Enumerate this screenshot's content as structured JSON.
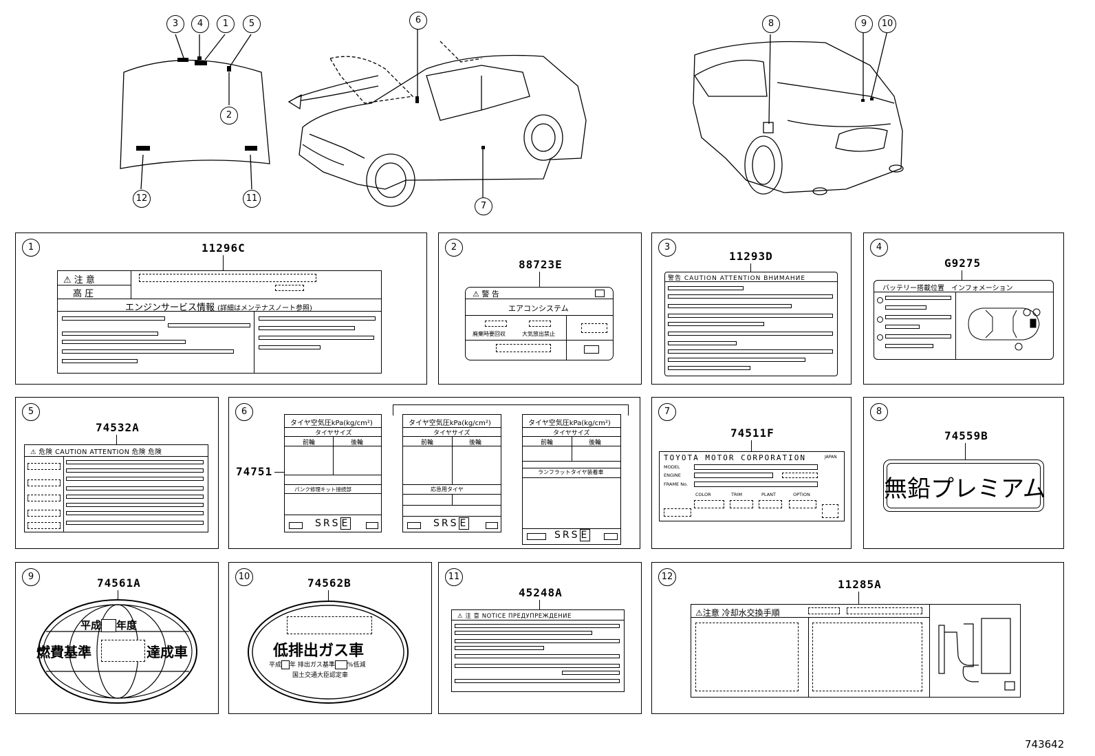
{
  "diagram": {
    "figure_id": "743642",
    "callouts": [
      "1",
      "2",
      "3",
      "4",
      "5",
      "6",
      "7",
      "8",
      "9",
      "10",
      "11",
      "12"
    ],
    "panels": [
      {
        "no": "1",
        "part": "11296C",
        "caution_mark": "注 意",
        "high_pressure": "高 圧",
        "service_header": "エンジンサービス情報",
        "service_note": "(詳細はメンテナスノート参照)"
      },
      {
        "no": "2",
        "part": "88723E",
        "warning": "警 告",
        "system": "エアコンシステム",
        "recover": "廃棄時要回収",
        "no_release": "大気放出禁止"
      },
      {
        "no": "3",
        "part": "11293D",
        "header": "警告 CAUTION ATTENTION ВНИМАНИЕ"
      },
      {
        "no": "4",
        "part": "G9275",
        "header": "バッテリー搭載位置　インフォメーション"
      },
      {
        "no": "5",
        "part": "74532A",
        "header": "危険 CAUTION ATTENTION 危険 危険"
      },
      {
        "no": "6",
        "part": "74751",
        "tire_labels": [
          {
            "title": "タイヤ空気圧kPa(kg/cm²)",
            "size": "タイヤサイズ",
            "front": "前輪",
            "rear": "後輪",
            "note": "パンク修理キット接続部",
            "srs": "SRS",
            "e": "E"
          },
          {
            "title": "タイヤ空気圧kPa(kg/cm²)",
            "size": "タイヤサイズ",
            "front": "前輪",
            "rear": "後輪",
            "note": "応急用タイヤ",
            "srs": "SRS",
            "e": "E"
          },
          {
            "title": "タイヤ空気圧kPa(kg/cm²)",
            "size": "タイヤサイズ",
            "front": "前輪",
            "rear": "後輪",
            "note": "ランフラットタイヤ装着車",
            "srs": "SRS",
            "e": "E"
          }
        ]
      },
      {
        "no": "7",
        "part": "74511F",
        "maker": "TOYOTA MOTOR CORPORATION",
        "country": "JAPAN",
        "model": "MODEL",
        "engine": "ENGINE",
        "frame": "FRAME No.",
        "color": "COLOR",
        "trim": "TRIM",
        "plant": "PLANT",
        "option": "OPTION"
      },
      {
        "no": "8",
        "part": "74559B",
        "text": "無鉛プレミアム"
      },
      {
        "no": "9",
        "part": "74561A",
        "era": "平成",
        "year": "年度",
        "standard": "燃費基準",
        "achieved": "達成車"
      },
      {
        "no": "10",
        "part": "74562B",
        "title": "低排出ガス車",
        "line1": "平成",
        "line1b": "年 排出ガス基準",
        "line1c": "%低減",
        "line2": "国土交通大臣認定車"
      },
      {
        "no": "11",
        "part": "45248A",
        "header": "注 意 NOTICE ПРЕДУПРЕЖДЕНИЕ"
      },
      {
        "no": "12",
        "part": "11285A",
        "header": "注意 冷却水交換手順"
      }
    ]
  }
}
